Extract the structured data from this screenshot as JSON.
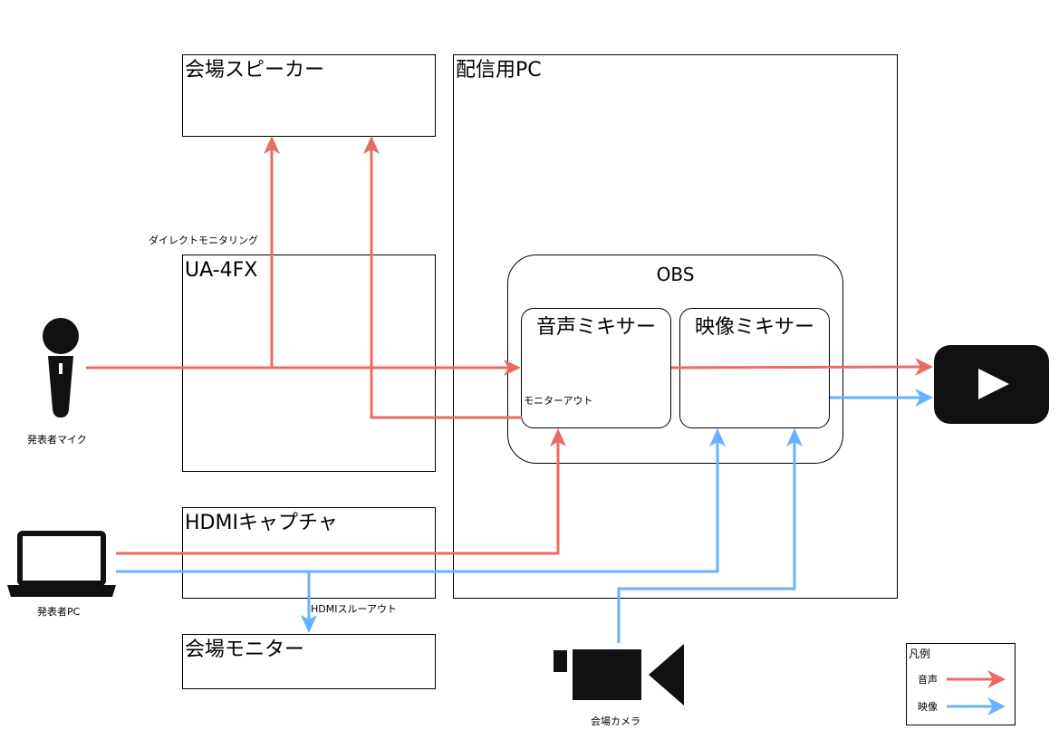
{
  "boxes": {
    "speaker": "会場スピーカー",
    "pc": "配信用PC",
    "ua4fx": "UA-4FX",
    "obs": "OBS",
    "audio_mixer": "音声ミキサー",
    "video_mixer": "映像ミキサー",
    "hdmi_capture": "HDMIキャプチャ",
    "monitor": "会場モニター"
  },
  "labels": {
    "direct_monitoring": "ダイレクトモニタリング",
    "monitor_out": "モニターアウト",
    "hdmi_through": "HDMIスルーアウト",
    "presenter_mic": "発表者マイク",
    "presenter_pc": "発表者PC",
    "venue_camera": "会場カメラ"
  },
  "legend": {
    "title": "凡例",
    "audio": "音声",
    "video": "映像"
  },
  "colors": {
    "audio": "#EA6B66",
    "video": "#66B2FF"
  },
  "icons": {
    "mic": "microphone-icon",
    "laptop": "laptop-icon",
    "camera": "video-camera-icon",
    "stream": "youtube-play-icon"
  }
}
